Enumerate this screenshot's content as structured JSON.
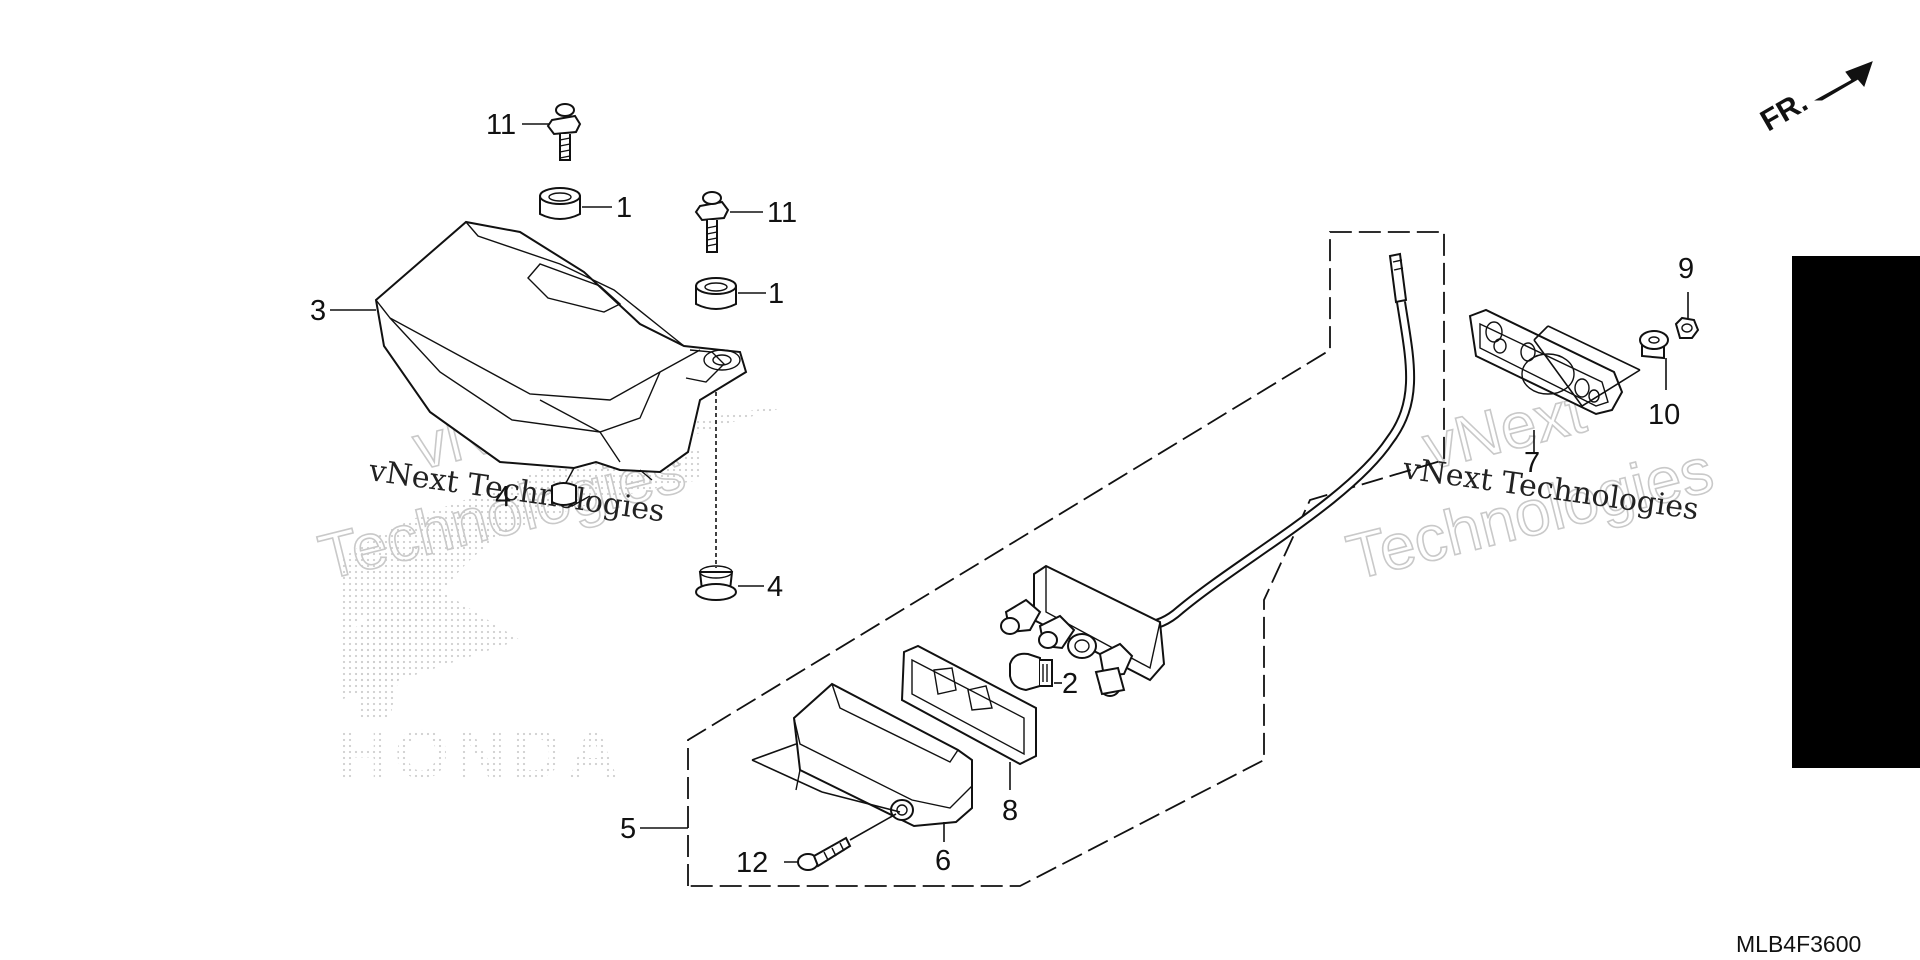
{
  "diagram": {
    "drawing_code": "MLB4F3600",
    "direction_label": "FR.",
    "watermark": {
      "brand": "HONDA",
      "small_left": "vNext Technologies",
      "small_right": "vNext Technologies",
      "big_left_line1": "vNext",
      "big_left_line2": "Technologies",
      "big_right_line1": "vNext",
      "big_right_line2": "Technologies"
    },
    "callouts": {
      "c11_a": "11",
      "c1_a": "1",
      "c11_b": "11",
      "c1_b": "1",
      "c3": "3",
      "c4_a": "4",
      "c4_b": "4",
      "c9": "9",
      "c10": "10",
      "c7": "7",
      "c2": "2",
      "c8": "8",
      "c5": "5",
      "c6": "6",
      "c12": "12"
    },
    "colors": {
      "line": "#111111",
      "background": "#ffffff",
      "tab": "#000000",
      "watermark": "#c9c9c9"
    }
  }
}
